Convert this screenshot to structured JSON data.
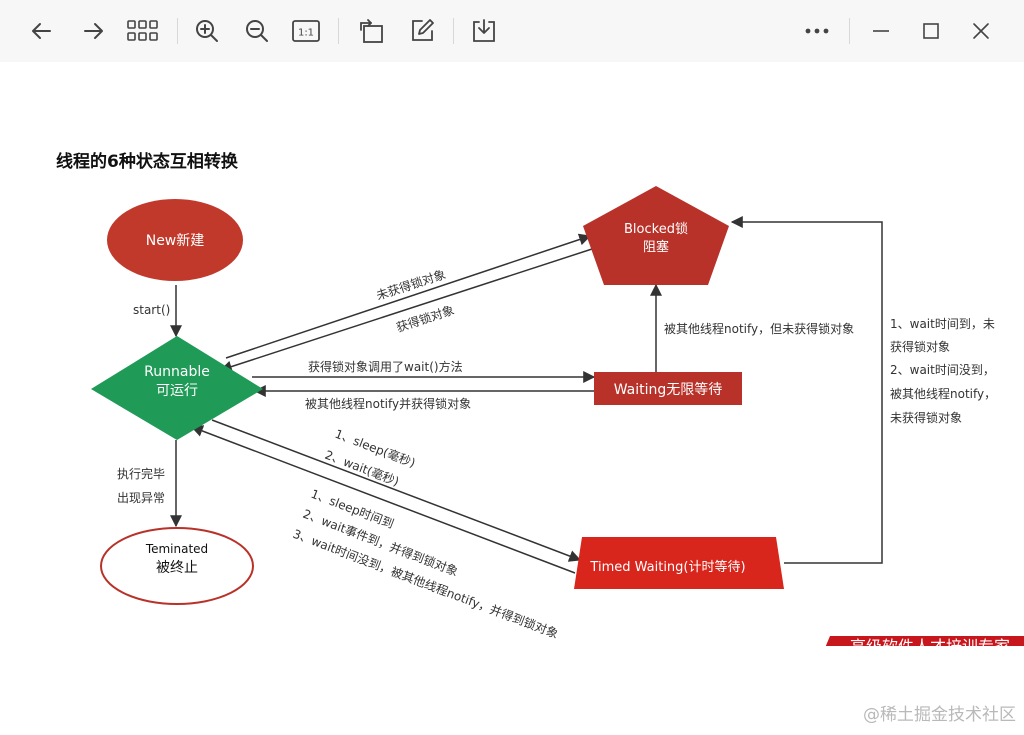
{
  "toolbar": {
    "buttons": [
      {
        "name": "back-button",
        "icon": "arrow-left-icon"
      },
      {
        "name": "forward-button",
        "icon": "arrow-right-icon"
      },
      {
        "name": "grid-view-button",
        "icon": "grid-icon"
      },
      {
        "name": "zoom-in-button",
        "icon": "zoom-in-icon"
      },
      {
        "name": "zoom-out-button",
        "icon": "zoom-out-icon"
      },
      {
        "name": "actual-size-button",
        "icon": "actual-size-icon"
      },
      {
        "name": "rotate-button",
        "icon": "rotate-icon"
      },
      {
        "name": "edit-button",
        "icon": "edit-icon"
      },
      {
        "name": "download-button",
        "icon": "download-icon"
      },
      {
        "name": "more-button",
        "icon": "more-icon"
      },
      {
        "name": "minimize-button",
        "icon": "minimize-icon"
      },
      {
        "name": "maximize-button",
        "icon": "maximize-icon"
      },
      {
        "name": "close-button",
        "icon": "close-icon"
      }
    ],
    "actual_size_label": "1:1"
  },
  "diagram": {
    "title": "线程的6种状态互相转换",
    "nodes": {
      "new": {
        "label": "New新建"
      },
      "runnable": {
        "line1": "Runnable",
        "line2": "可运行"
      },
      "blocked": {
        "line1": "Blocked锁",
        "line2": "阻塞"
      },
      "waiting": {
        "label": "Waiting无限等待"
      },
      "timed": {
        "label": "Timed Waiting(计时等待)"
      },
      "terminated": {
        "line1": "Teminated",
        "line2": "被终止"
      }
    },
    "edges": {
      "start": "start()",
      "to_blocked": "未获得锁对象",
      "from_blocked": "获得锁对象",
      "to_waiting": "获得锁对象调用了wait()方法",
      "from_waiting": "被其他线程notify并获得锁对象",
      "waiting_to_blocked": "被其他线程notify，但未获得锁对象",
      "to_timed_1": "1、sleep(毫秒)",
      "to_timed_2": "2、wait(毫秒)",
      "from_timed_1": "1、sleep时间到",
      "from_timed_2": "2、wait事件到，并得到锁对象",
      "from_timed_3": "3、wait时间没到，被其他线程notify，并得到锁对象",
      "terminate_1": "执行完毕",
      "terminate_2": "出现异常",
      "timed_to_blocked_1": "1、wait时间到，未",
      "timed_to_blocked_2": "获得锁对象",
      "timed_to_blocked_3": "2、wait时间没到，",
      "timed_to_blocked_4": "被其他线程notify，",
      "timed_to_blocked_5": "未获得锁对象"
    },
    "banner_text": "高级软件人才培训专家"
  },
  "watermark": "@稀土掘金技术社区",
  "colors": {
    "red": "#c0392b",
    "dark_red": "#b8322a",
    "bright_red": "#d9261c",
    "green": "#1f9a57",
    "line": "#333333"
  }
}
